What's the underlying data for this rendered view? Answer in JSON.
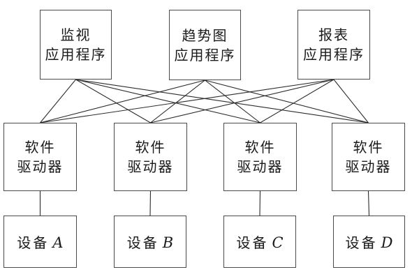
{
  "diagram": {
    "colors": {
      "background": "#ffffff",
      "box_border": "#4a4a4a",
      "line": "#2b2b2b",
      "text": "#1a1a1a"
    },
    "apps": [
      {
        "id": "app-monitor",
        "label": "监视\n应用程序"
      },
      {
        "id": "app-trend",
        "label": "趋势图\n应用程序"
      },
      {
        "id": "app-report",
        "label": "报表\n应用程序"
      }
    ],
    "drivers": [
      {
        "id": "driver-1",
        "label": "软件\n驱动器"
      },
      {
        "id": "driver-2",
        "label": "软件\n驱动器"
      },
      {
        "id": "driver-3",
        "label": "软件\n驱动器"
      },
      {
        "id": "driver-4",
        "label": "软件\n驱动器"
      }
    ],
    "devices": [
      {
        "id": "device-a",
        "label_prefix": "设备",
        "label_letter": "A"
      },
      {
        "id": "device-b",
        "label_prefix": "设备",
        "label_letter": "B"
      },
      {
        "id": "device-c",
        "label_prefix": "设备",
        "label_letter": "C"
      },
      {
        "id": "device-d",
        "label_prefix": "设备",
        "label_letter": "D"
      }
    ],
    "edges": [
      [
        "app-monitor",
        "driver-1"
      ],
      [
        "app-monitor",
        "driver-2"
      ],
      [
        "app-monitor",
        "driver-3"
      ],
      [
        "app-monitor",
        "driver-4"
      ],
      [
        "app-trend",
        "driver-1"
      ],
      [
        "app-trend",
        "driver-2"
      ],
      [
        "app-trend",
        "driver-3"
      ],
      [
        "app-trend",
        "driver-4"
      ],
      [
        "app-report",
        "driver-1"
      ],
      [
        "app-report",
        "driver-2"
      ],
      [
        "app-report",
        "driver-3"
      ],
      [
        "app-report",
        "driver-4"
      ],
      [
        "driver-1",
        "device-a"
      ],
      [
        "driver-2",
        "device-b"
      ],
      [
        "driver-3",
        "device-c"
      ],
      [
        "driver-4",
        "device-d"
      ]
    ]
  }
}
